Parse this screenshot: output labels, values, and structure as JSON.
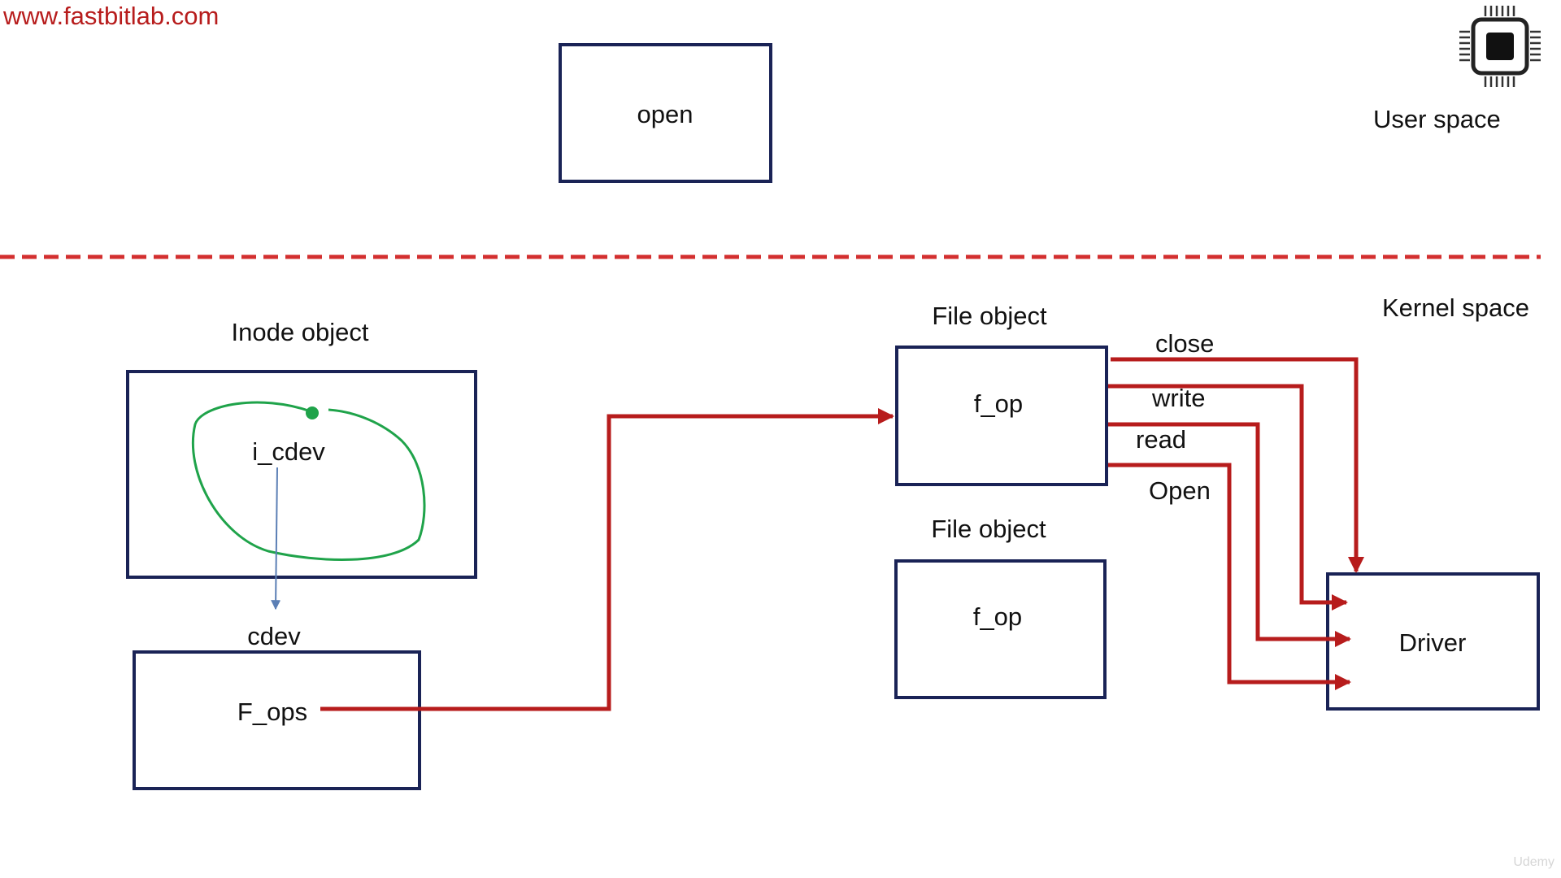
{
  "website": "www.fastbitlab.com",
  "colors": {
    "box_border": "#1a2356",
    "arrow": "#b71c1c",
    "divider": "#d32f2f",
    "highlight": "#1fa34a",
    "link": "#5b7fb5"
  },
  "icons": {
    "chip": "cpu-chip-icon"
  },
  "user_space": {
    "label": "User space",
    "open_box_text": "open"
  },
  "kernel_space": {
    "label": "Kernel space",
    "inode": {
      "title": "Inode object",
      "field": "i_cdev"
    },
    "cdev": {
      "title": "cdev",
      "field": "F_ops"
    },
    "file_objects": [
      {
        "title": "File object",
        "field": "f_op"
      },
      {
        "title": "File object",
        "field": "f_op"
      }
    ],
    "operations": [
      "close",
      "write",
      "read",
      "Open"
    ],
    "driver": "Driver"
  },
  "watermark": "Udemy"
}
